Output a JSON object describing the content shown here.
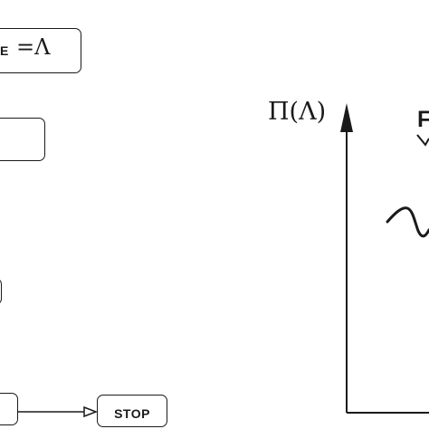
{
  "lambda_box": {
    "prefix": "E",
    "expression": "=Λ"
  },
  "stop_box": {
    "label": "STOP"
  },
  "plot": {
    "y_axis_label": "Π(Λ)",
    "marker_letter": "F"
  }
}
